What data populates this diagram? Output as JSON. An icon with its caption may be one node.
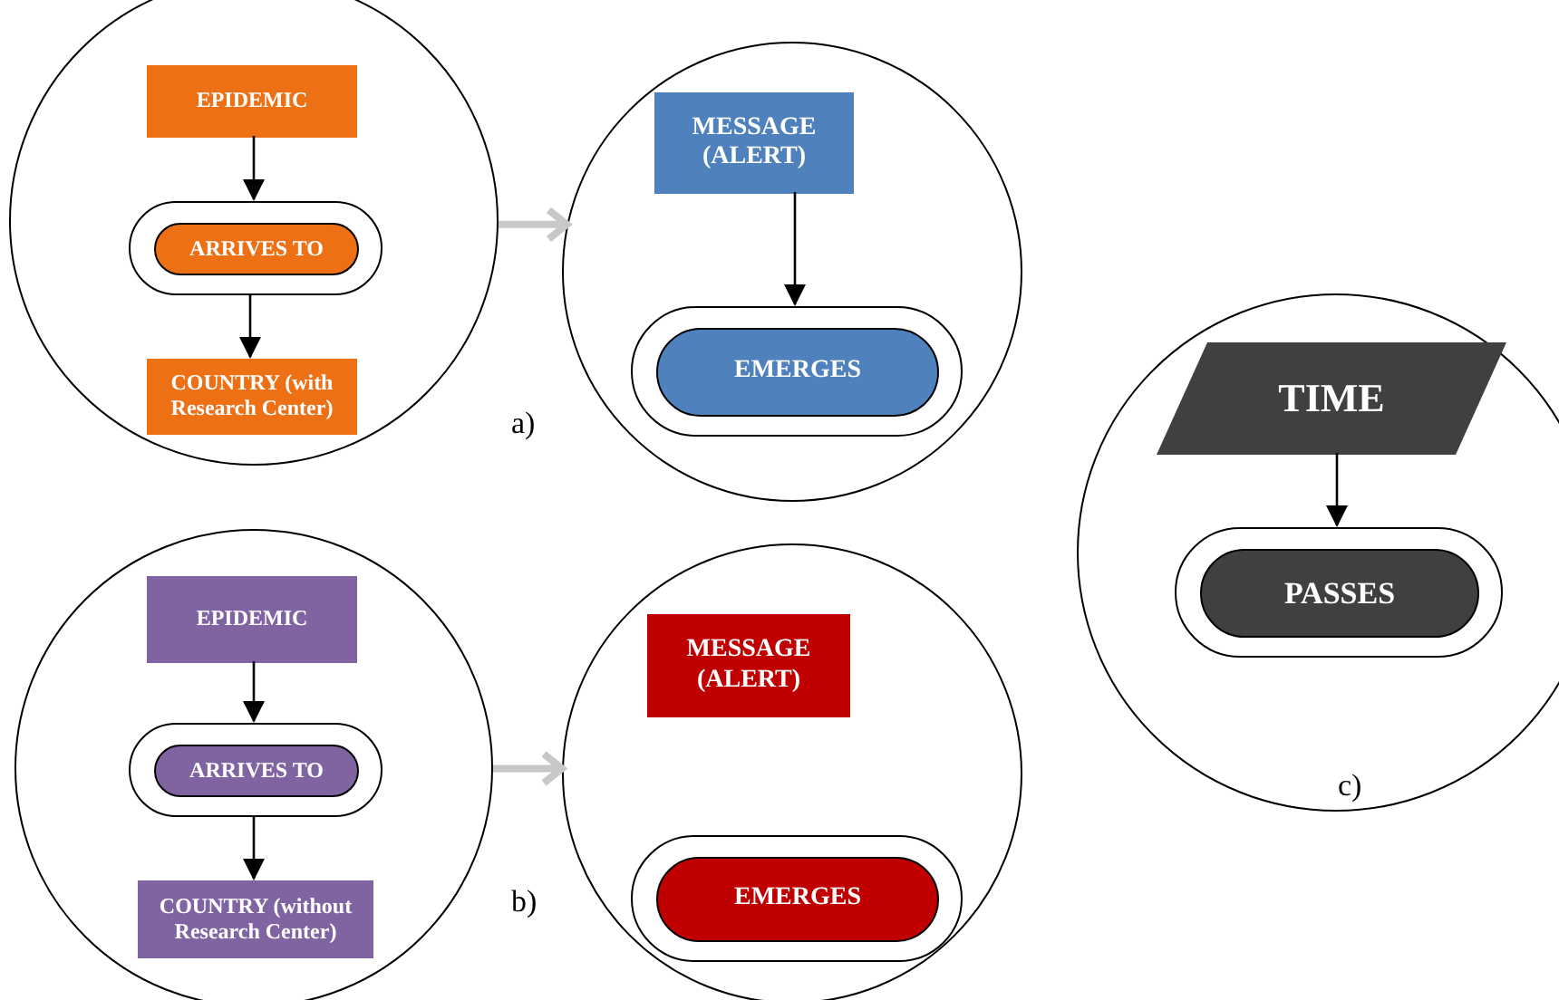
{
  "diagram": {
    "nodes": [
      {
        "text": [],
        "shape": "circle"
      },
      {
        "text": [
          "EPIDEMIC"
        ],
        "in": 0
      },
      {
        "text": [
          "ARRIVES TO"
        ],
        "in": 0
      },
      {
        "text": [
          "COUNTRY (with Research Center)"
        ],
        "in": 0
      },
      {
        "text": [],
        "shape": "circle"
      },
      {
        "text": [
          "MESSAGE (ALERT)"
        ],
        "in": 4
      },
      {
        "text": [
          "EMERGES"
        ],
        "in": 4
      },
      {
        "text": [],
        "shape": "circle"
      },
      {
        "text": [
          "EPIDEMIC"
        ],
        "in": 7
      },
      {
        "text": [
          "ARRIVES TO"
        ],
        "in": 7
      },
      {
        "text": [
          "COUNTRY (without Research Center)"
        ],
        "in": 7
      },
      {
        "text": [],
        "shape": "circle"
      },
      {
        "text": [
          "MESSAGE (ALERT)"
        ],
        "in": 11
      },
      {
        "text": [
          "EMERGES"
        ],
        "in": 11
      },
      {
        "text": [],
        "shape": "circle"
      },
      {
        "text": [
          "TIME"
        ],
        "in": 14
      },
      {
        "text": [
          "PASSES"
        ],
        "in": 14
      }
    ],
    "edges": [
      {
        "from": 1,
        "to": 2,
        "arrow": "to"
      },
      {
        "from": 2,
        "to": 3,
        "arrow": "to"
      },
      {
        "from": 0,
        "to": 4,
        "arrow": "to",
        "style": "thick",
        "color": "#c8c8c8"
      },
      {
        "from": 5,
        "to": 6,
        "arrow": "to"
      },
      {
        "from": 8,
        "to": 9,
        "arrow": "to"
      },
      {
        "from": 9,
        "to": 10,
        "arrow": "to"
      },
      {
        "from": 7,
        "to": 11,
        "arrow": "to",
        "style": "thick",
        "color": "#c8c8c8"
      },
      {
        "from": 15,
        "to": 16,
        "arrow": "to"
      }
    ],
    "labels": [
      "a)",
      "b)",
      "c)"
    ]
  }
}
